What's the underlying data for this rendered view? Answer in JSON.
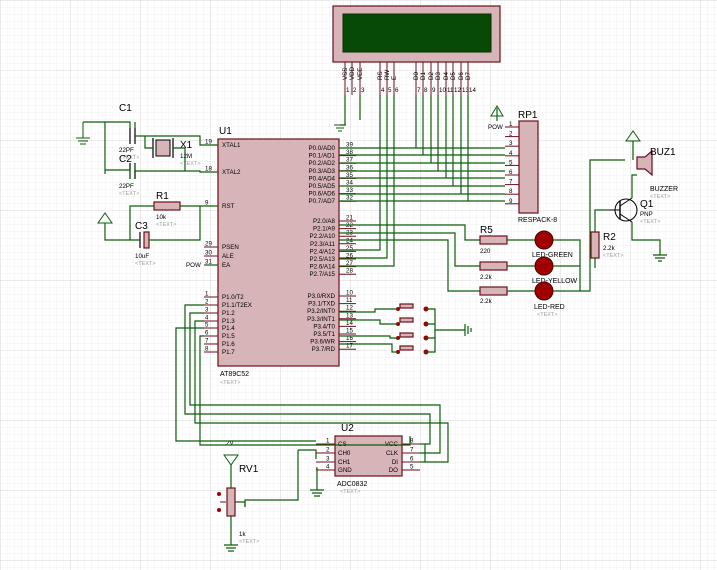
{
  "colors": {
    "background": "#ffffff",
    "grid_minor": "#e6e6e6",
    "grid_major": "#cfcfcf",
    "wire": "#0c5e0c",
    "body_fill": "#d6b4b8",
    "body_stroke": "#6e0e1a",
    "lcd_screen": "#064a06",
    "led": "#a00000"
  },
  "mcu": {
    "ref": "U1",
    "part": "AT89C52",
    "text": "<TEXT>",
    "left_pins": [
      {
        "num": "19",
        "name": "XTAL1"
      },
      {
        "num": "18",
        "name": "XTAL2"
      },
      {
        "num": "9",
        "name": "RST"
      },
      {
        "num": "29",
        "name": "PSEN"
      },
      {
        "num": "30",
        "name": "ALE"
      },
      {
        "num": "31",
        "name": "EA"
      },
      {
        "num": "1",
        "name": "P1.0/T2"
      },
      {
        "num": "2",
        "name": "P1.1/T2EX"
      },
      {
        "num": "3",
        "name": "P1.2"
      },
      {
        "num": "4",
        "name": "P1.3"
      },
      {
        "num": "5",
        "name": "P1.4"
      },
      {
        "num": "6",
        "name": "P1.5"
      },
      {
        "num": "7",
        "name": "P1.6"
      },
      {
        "num": "8",
        "name": "P1.7"
      }
    ],
    "right_pins": [
      {
        "num": "39",
        "name": "P0.0/AD0"
      },
      {
        "num": "38",
        "name": "P0.1/AD1"
      },
      {
        "num": "37",
        "name": "P0.2/AD2"
      },
      {
        "num": "36",
        "name": "P0.3/AD3"
      },
      {
        "num": "35",
        "name": "P0.4/AD4"
      },
      {
        "num": "34",
        "name": "P0.5/AD5"
      },
      {
        "num": "33",
        "name": "P0.6/AD6"
      },
      {
        "num": "32",
        "name": "P0.7/AD7"
      },
      {
        "num": "21",
        "name": "P2.0/A8"
      },
      {
        "num": "22",
        "name": "P2.1/A9"
      },
      {
        "num": "23",
        "name": "P2.2/A10"
      },
      {
        "num": "24",
        "name": "P2.3/A11"
      },
      {
        "num": "25",
        "name": "P2.4/A12"
      },
      {
        "num": "26",
        "name": "P2.5/A13"
      },
      {
        "num": "27",
        "name": "P2.6/A14"
      },
      {
        "num": "28",
        "name": "P2.7/A15"
      },
      {
        "num": "10",
        "name": "P3.0/RXD"
      },
      {
        "num": "11",
        "name": "P3.1/TXD"
      },
      {
        "num": "12",
        "name": "P3.2/INT0"
      },
      {
        "num": "13",
        "name": "P3.3/INT1"
      },
      {
        "num": "14",
        "name": "P3.4/T0"
      },
      {
        "num": "15",
        "name": "P3.5/T1"
      },
      {
        "num": "16",
        "name": "P3.6/WR"
      },
      {
        "num": "17",
        "name": "P3.7/RD"
      }
    ]
  },
  "lcd": {
    "pins": [
      {
        "name": "VSS",
        "num": "1"
      },
      {
        "name": "VDD",
        "num": "2"
      },
      {
        "name": "VEE",
        "num": "3"
      },
      {
        "name": "RS",
        "num": "4"
      },
      {
        "name": "RW",
        "num": "5"
      },
      {
        "name": "E",
        "num": "6"
      },
      {
        "name": "D0",
        "num": "7"
      },
      {
        "name": "D1",
        "num": "8"
      },
      {
        "name": "D2",
        "num": "9"
      },
      {
        "name": "D3",
        "num": "10"
      },
      {
        "name": "D4",
        "num": "11"
      },
      {
        "name": "D5",
        "num": "12"
      },
      {
        "name": "D6",
        "num": "13"
      },
      {
        "name": "D7",
        "num": "14"
      }
    ]
  },
  "rp1": {
    "ref": "RP1",
    "part": "RESPACK-8",
    "pow": "POW",
    "pins": [
      "1",
      "2",
      "3",
      "4",
      "5",
      "6",
      "7",
      "8",
      "9"
    ]
  },
  "c1": {
    "ref": "C1",
    "value": "22PF",
    "text": "<TEXT>"
  },
  "c2": {
    "ref": "C2",
    "value": "22PF",
    "text": "<TEXT>"
  },
  "x1": {
    "ref": "X1",
    "value": "12M",
    "text": "<TEXT>"
  },
  "r1": {
    "ref": "R1",
    "value": "10k",
    "text": "<TEXT>"
  },
  "c3": {
    "ref": "C3",
    "value": "10uF",
    "text": "<TEXT>"
  },
  "pow_label": "POW",
  "r5": {
    "ref": "R5",
    "value": "220"
  },
  "r6": {
    "value": "2.2k"
  },
  "r7": {
    "value": "2.2k"
  },
  "led_green": "LED-GREEN",
  "led_yellow": "LED-YELLOW",
  "led_red": {
    "name": "LED-RED",
    "text": "<TEXT>"
  },
  "r2": {
    "ref": "R2",
    "value": "2.2k",
    "text": "<TEXT>"
  },
  "q1": {
    "ref": "Q1",
    "type": "PNP",
    "text": "<TEXT>"
  },
  "buz1": {
    "ref": "BUZ1",
    "part": "BUZZER",
    "text": "<TEXT>"
  },
  "adc": {
    "ref": "U2",
    "part": "ADC0832",
    "text": "<TEXT>",
    "left_pins": [
      {
        "num": "1",
        "name": "CS"
      },
      {
        "num": "2",
        "name": "CH0"
      },
      {
        "num": "3",
        "name": "CH1"
      },
      {
        "num": "4",
        "name": "GND"
      }
    ],
    "right_pins": [
      {
        "num": "8",
        "name": "VCC"
      },
      {
        "num": "7",
        "name": "CLK"
      },
      {
        "num": "6",
        "name": "DI"
      },
      {
        "num": "5",
        "name": "DO"
      }
    ]
  },
  "vref": "2V",
  "rv1": {
    "ref": "RV1",
    "value": "1k",
    "text": "<TEXT>"
  }
}
